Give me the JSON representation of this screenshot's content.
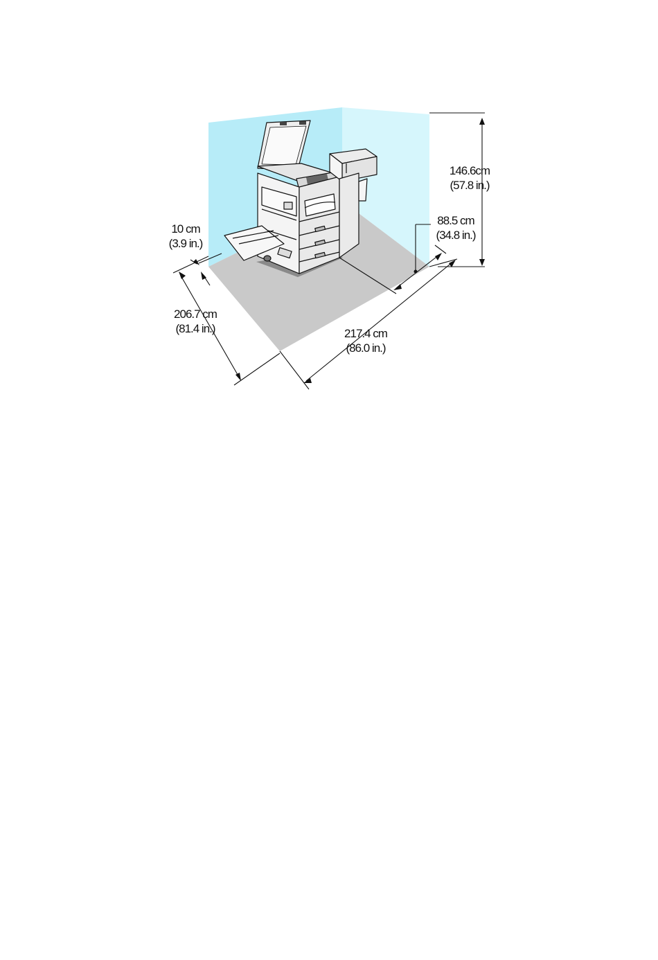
{
  "dimensions": {
    "height": {
      "metric": "146.6cm",
      "imperial": "(57.8 in.)"
    },
    "right_clearance": {
      "metric": "88.5 cm",
      "imperial": "(34.8 in.)"
    },
    "rear_clearance": {
      "metric": "10 cm",
      "imperial": "(3.9 in.)"
    },
    "depth": {
      "metric": "206.7 cm",
      "imperial": "(81.4 in.)"
    },
    "width": {
      "metric": "217.4 cm",
      "imperial": "(86.0 in.)"
    }
  },
  "colors": {
    "wall_left": "#b7ecf8",
    "wall_right": "#d6f6fc",
    "floor": "#c9c9c9",
    "printer_body": "#f2f2f2",
    "line": "#111111"
  },
  "icons": {
    "printer": "multifunction-printer-illustration"
  }
}
